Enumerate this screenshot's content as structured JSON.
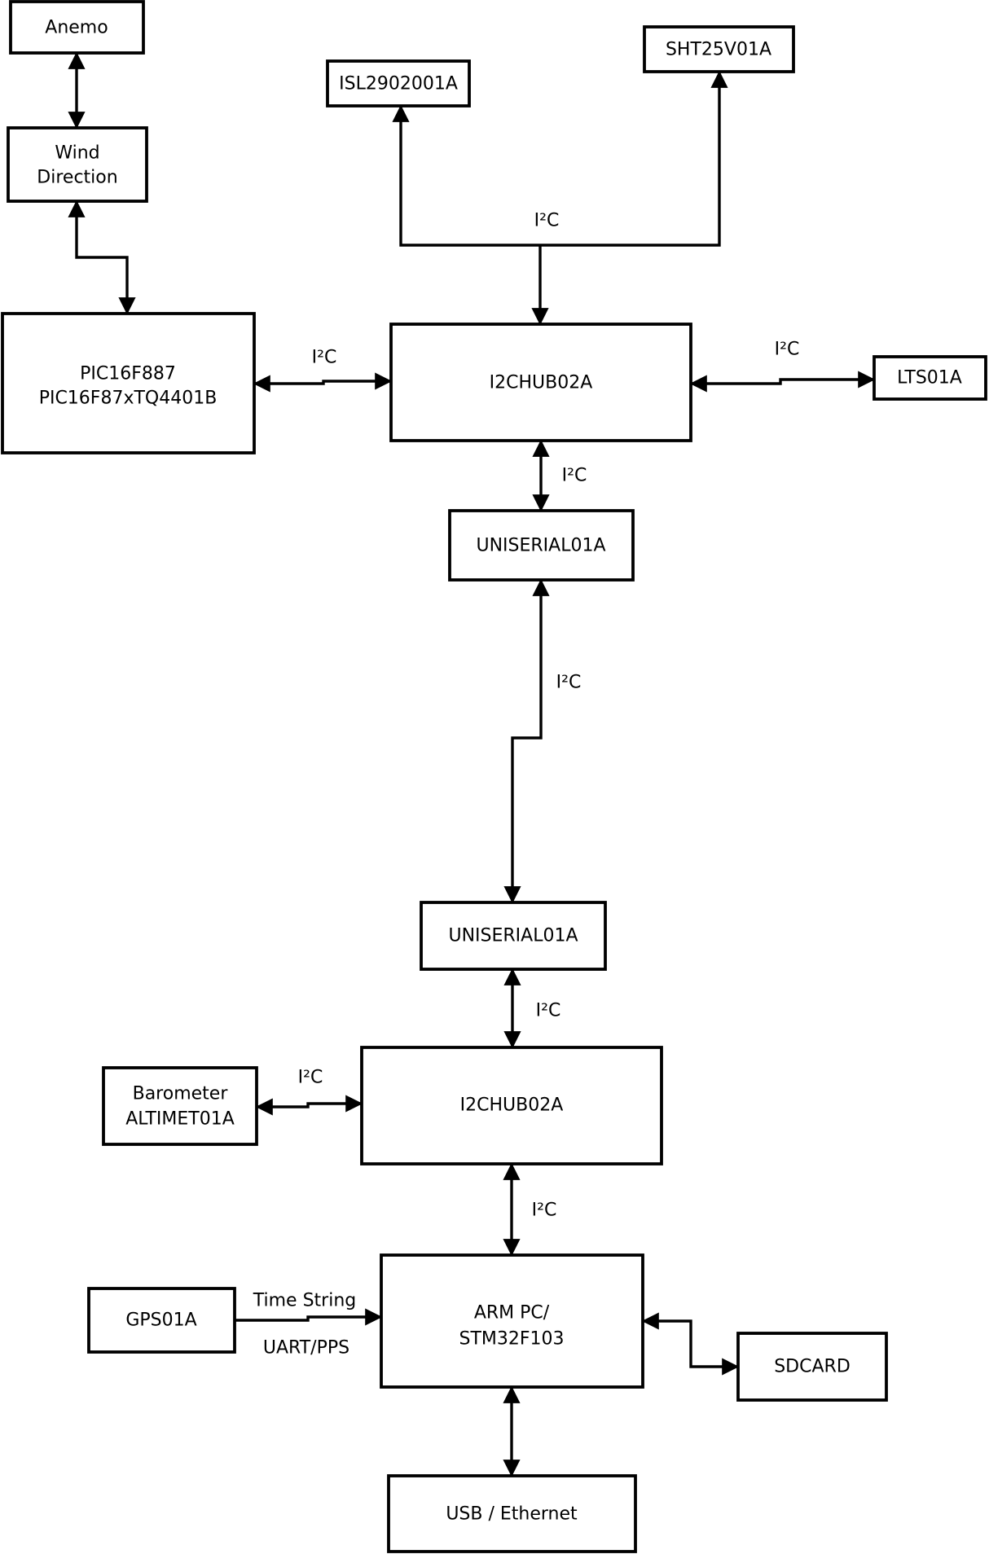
{
  "diagram": {
    "type": "block-diagram",
    "background": "#ffffff",
    "colors": {
      "line": "#000000",
      "box_fill": "#ffffff",
      "text": "#000000"
    },
    "nodes": {
      "anemo": {
        "label": "Anemo"
      },
      "wind_direction": {
        "line1": "Wind",
        "line2": "Direction"
      },
      "isl2902001a": {
        "label": "ISL2902001A"
      },
      "sht25v01a": {
        "label": "SHT25V01A"
      },
      "pic16f887": {
        "line1": "PIC16F887",
        "line2": "PIC16F87xTQ4401B"
      },
      "i2chub_top": {
        "label": "I2CHUB02A"
      },
      "lts01a": {
        "label": "LTS01A"
      },
      "uniserial_top": {
        "label": "UNISERIAL01A"
      },
      "uniserial_bottom": {
        "label": "UNISERIAL01A"
      },
      "i2chub_bottom": {
        "label": "I2CHUB02A"
      },
      "barometer": {
        "line1": "Barometer",
        "line2": "ALTIMET01A"
      },
      "gps01a": {
        "label": "GPS01A"
      },
      "arm_pc": {
        "line1": "ARM PC/",
        "line2": "STM32F103"
      },
      "sdcard": {
        "label": "SDCARD"
      },
      "usb_ethernet": {
        "label": "USB / Ethernet"
      }
    },
    "edges": [
      {
        "from": "anemo",
        "to": "wind_direction",
        "arrows": "both"
      },
      {
        "from": "wind_direction",
        "to": "pic16f887",
        "arrows": "both"
      },
      {
        "from": "pic16f887",
        "to": "i2chub_top",
        "label": "I²C",
        "arrows": "both"
      },
      {
        "from": "i2chub_top",
        "to": "isl2902001a, sht25v01a",
        "label": "I²C",
        "arrows": "junction"
      },
      {
        "from": "i2chub_top",
        "to": "lts01a",
        "label": "I²C",
        "arrows": "both"
      },
      {
        "from": "i2chub_top",
        "to": "uniserial_top",
        "label": "I²C",
        "arrows": "both"
      },
      {
        "from": "uniserial_top",
        "to": "uniserial_bottom",
        "label": "I²C",
        "arrows": "both"
      },
      {
        "from": "uniserial_bottom",
        "to": "i2chub_bottom",
        "label": "I²C",
        "arrows": "both"
      },
      {
        "from": "i2chub_bottom",
        "to": "barometer",
        "label": "I²C",
        "arrows": "both"
      },
      {
        "from": "i2chub_bottom",
        "to": "arm_pc",
        "label": "I²C",
        "arrows": "both"
      },
      {
        "from": "gps01a",
        "to": "arm_pc",
        "label_top": "Time String",
        "label_bottom": "UART/PPS",
        "arrows": "end"
      },
      {
        "from": "arm_pc",
        "to": "sdcard",
        "arrows": "both"
      },
      {
        "from": "arm_pc",
        "to": "usb_ethernet",
        "arrows": "both"
      }
    ]
  }
}
